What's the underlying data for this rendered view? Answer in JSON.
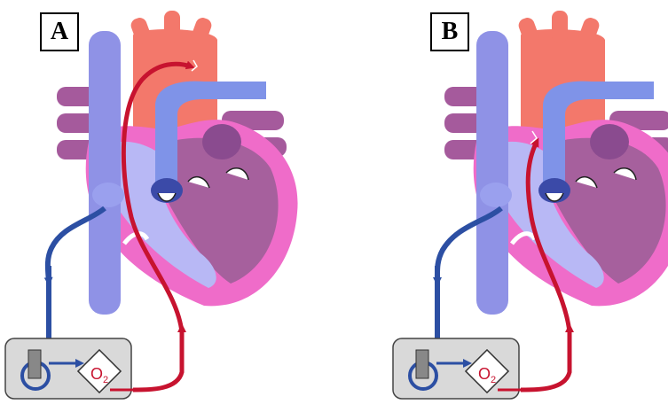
{
  "panels": [
    {
      "label": "A",
      "pump": {
        "oxygenator_label": "O",
        "oxygenator_sub": "2"
      }
    },
    {
      "label": "B",
      "pump": {
        "oxygenator_label": "O",
        "oxygenator_sub": "2"
      }
    }
  ],
  "colors": {
    "vena_cava": "#8f92e6",
    "aorta": "#f3786b",
    "pulmonary_artery": "#7f93e8",
    "pulmonary_veins": "#a55a9c",
    "myocardium": "#ef6cc9",
    "right_heart": "#b8b8f5",
    "left_heart": "#a6609d",
    "venous_flow": "#2c4fa3",
    "arterial_flow": "#c7132f",
    "pump_box": "#d9d9d9"
  }
}
